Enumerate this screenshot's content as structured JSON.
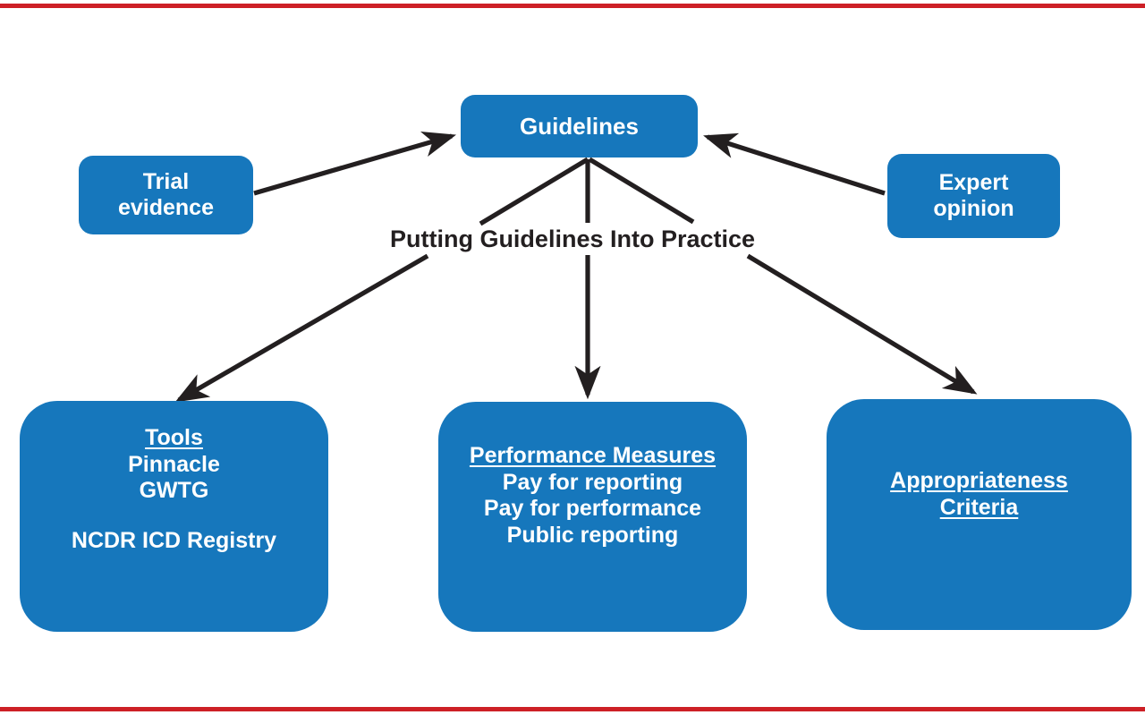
{
  "figure": {
    "accent_color": "#1677bc",
    "rule_color": "#cd2026",
    "arrow_color": "#231f20",
    "background": "#ffffff",
    "center_label": "Putting Guidelines Into Practice"
  },
  "nodes": {
    "guidelines": {
      "label": "Guidelines"
    },
    "trial_evidence": {
      "line1": "Trial",
      "line2": "evidence"
    },
    "expert_opinion": {
      "line1": "Expert",
      "line2": "opinion"
    },
    "tools": {
      "heading": "Tools",
      "item1": "Pinnacle",
      "item2": "GWTG",
      "item3": "NCDR ICD Registry"
    },
    "performance_measures": {
      "heading": "Performance Measures",
      "item1": "Pay for reporting",
      "item2": "Pay for performance",
      "item3": "Public reporting"
    },
    "appropriateness_criteria": {
      "line1": "Appropriateness",
      "line2": "Criteria"
    }
  },
  "edges": [
    {
      "name": "trial-evidence-to-guidelines",
      "from": "trial_evidence",
      "to": "guidelines",
      "direction": "up-right"
    },
    {
      "name": "expert-opinion-to-guidelines",
      "from": "expert_opinion",
      "to": "guidelines",
      "direction": "up-left"
    },
    {
      "name": "guidelines-to-tools",
      "from": "guidelines",
      "to": "tools",
      "direction": "down-left"
    },
    {
      "name": "guidelines-to-performance-measures",
      "from": "guidelines",
      "to": "performance_measures",
      "direction": "down"
    },
    {
      "name": "guidelines-to-appropriateness-criteria",
      "from": "guidelines",
      "to": "appropriateness_criteria",
      "direction": "down-right"
    }
  ]
}
